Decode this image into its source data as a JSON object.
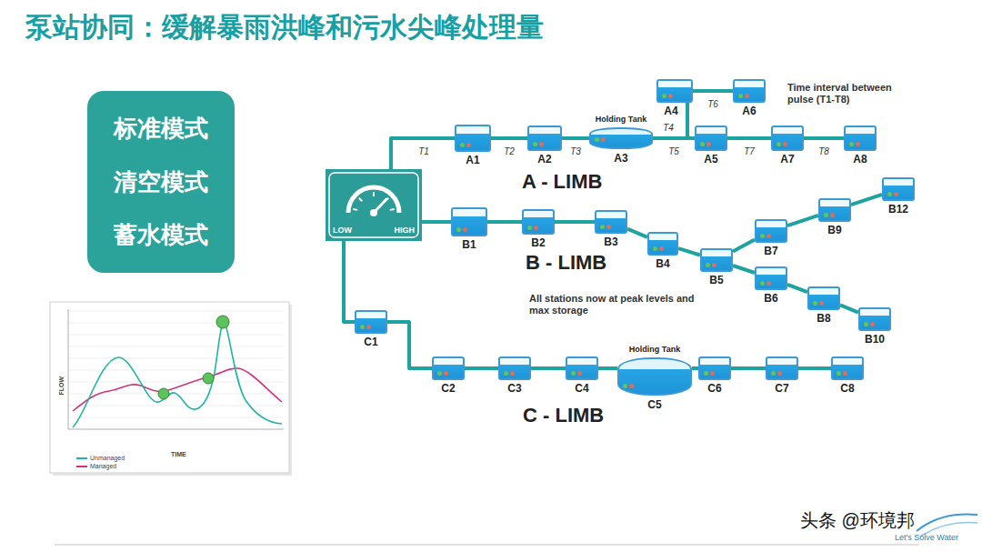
{
  "diagram": {
    "title": "泵站协同：缓解暴雨洪峰和污水尖峰处理量",
    "nodes": [
      {
        "text": [
          "标准模式",
          "清空模式",
          "蓄水模式"
        ]
      },
      {
        "text": [
          "LOW",
          "HIGH"
        ]
      },
      {
        "text": [
          "A1"
        ]
      },
      {
        "text": [
          "A2"
        ]
      },
      {
        "text": [
          "Holding Tank",
          "A3"
        ]
      },
      {
        "text": [
          "A4"
        ]
      },
      {
        "text": [
          "A5"
        ]
      },
      {
        "text": [
          "A6"
        ]
      },
      {
        "text": [
          "A7"
        ]
      },
      {
        "text": [
          "A8"
        ]
      },
      {
        "text": [
          "B1"
        ]
      },
      {
        "text": [
          "B2"
        ]
      },
      {
        "text": [
          "B3"
        ]
      },
      {
        "text": [
          "B4"
        ]
      },
      {
        "text": [
          "B5"
        ]
      },
      {
        "text": [
          "B6"
        ]
      },
      {
        "text": [
          "B7"
        ]
      },
      {
        "text": [
          "B8"
        ]
      },
      {
        "text": [
          "B9"
        ]
      },
      {
        "text": [
          "B10"
        ]
      },
      {
        "text": [
          "B12"
        ]
      },
      {
        "text": [
          "C1"
        ]
      },
      {
        "text": [
          "C2"
        ]
      },
      {
        "text": [
          "C3"
        ]
      },
      {
        "text": [
          "C4"
        ]
      },
      {
        "text": [
          "Holding Tank",
          "C5"
        ]
      },
      {
        "text": [
          "C6"
        ]
      },
      {
        "text": [
          "C7"
        ]
      },
      {
        "text": [
          "C8"
        ]
      }
    ],
    "edges": [
      {
        "from": 1,
        "to": 2,
        "arrow": "none",
        "label": "T1"
      },
      {
        "from": 2,
        "to": 3,
        "arrow": "none",
        "label": "T2"
      },
      {
        "from": 3,
        "to": 4,
        "arrow": "none",
        "label": "T3"
      },
      {
        "from": 4,
        "to": 5,
        "arrow": "none",
        "label": "T4"
      },
      {
        "from": 4,
        "to": 6,
        "arrow": "none",
        "label": "T5"
      },
      {
        "from": 5,
        "to": 7,
        "arrow": "none",
        "label": "T6"
      },
      {
        "from": 6,
        "to": 8,
        "arrow": "none",
        "label": "T7"
      },
      {
        "from": 8,
        "to": 9,
        "arrow": "none",
        "label": "T8"
      },
      {
        "from": 1,
        "to": 10,
        "arrow": "none"
      },
      {
        "from": 10,
        "to": 11,
        "arrow": "none"
      },
      {
        "from": 11,
        "to": 12,
        "arrow": "none"
      },
      {
        "from": 12,
        "to": 13,
        "arrow": "none"
      },
      {
        "from": 13,
        "to": 14,
        "arrow": "none"
      },
      {
        "from": 14,
        "to": 16,
        "arrow": "none"
      },
      {
        "from": 14,
        "to": 15,
        "arrow": "none"
      },
      {
        "from": 16,
        "to": 18,
        "arrow": "none"
      },
      {
        "from": 18,
        "to": 20,
        "arrow": "none"
      },
      {
        "from": 15,
        "to": 17,
        "arrow": "none"
      },
      {
        "from": 17,
        "to": 19,
        "arrow": "none"
      },
      {
        "from": 1,
        "to": 21,
        "arrow": "none"
      },
      {
        "from": 21,
        "to": 22,
        "arrow": "none"
      },
      {
        "from": 22,
        "to": 23,
        "arrow": "none"
      },
      {
        "from": 23,
        "to": 24,
        "arrow": "none"
      },
      {
        "from": 24,
        "to": 25,
        "arrow": "none"
      },
      {
        "from": 25,
        "to": 26,
        "arrow": "none"
      },
      {
        "from": 26,
        "to": 27,
        "arrow": "none"
      },
      {
        "from": 27,
        "to": 28,
        "arrow": "none"
      }
    ],
    "labels": [
      "A - LIMB",
      "B - LIMB",
      "C - LIMB",
      "Time interval between pulse (T1-T8)",
      "All stations now at peak levels and max storage",
      "FLOW",
      "TIME",
      "头条 @环境邦",
      "Let's Solve Water"
    ],
    "legend": [
      {
        "text": "Unmanaged",
        "color": "#1fb5a5"
      },
      {
        "text": "Managed",
        "color": "#d6337f"
      }
    ]
  }
}
